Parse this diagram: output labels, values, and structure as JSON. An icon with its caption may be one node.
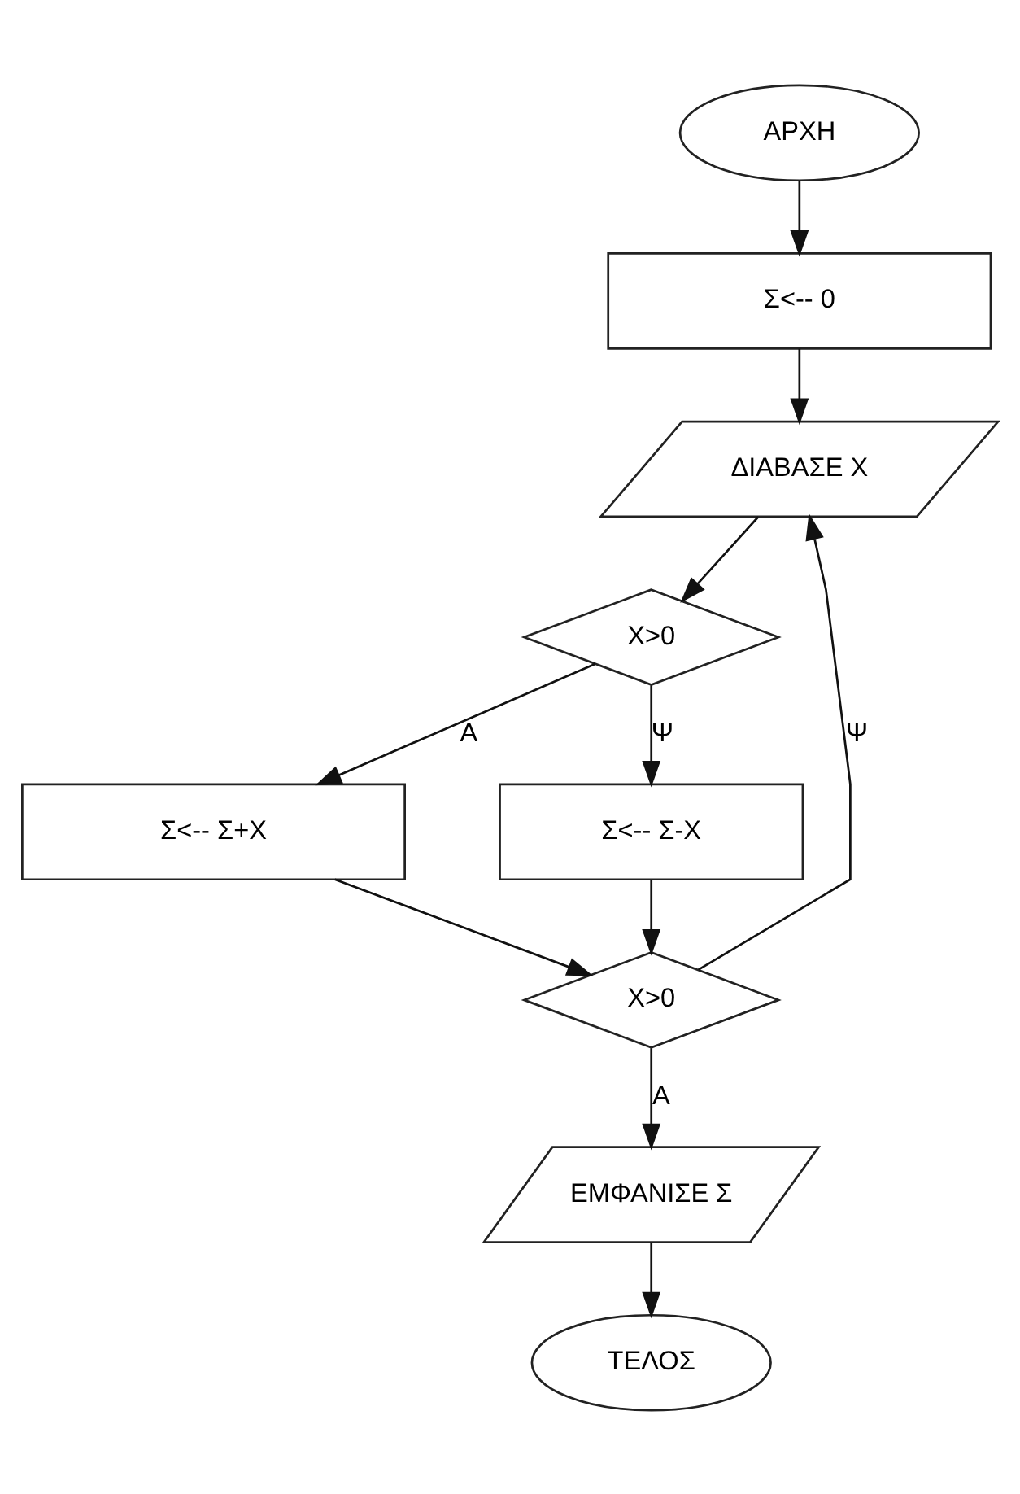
{
  "diagram": {
    "nodes": [
      {
        "text": [
          "ΑΡΧΗ"
        ]
      },
      {
        "text": [
          "Σ<-- 0"
        ]
      },
      {
        "text": [
          "ΔΙΑΒΑΣΕ Χ"
        ]
      },
      {
        "text": [
          "Χ>0"
        ]
      },
      {
        "text": [
          "Σ<-- Σ+Χ"
        ]
      },
      {
        "text": [
          "Σ<-- Σ-Χ"
        ]
      },
      {
        "text": [
          "Χ>0"
        ]
      },
      {
        "text": [
          "ΕΜΦΑΝΙΣΕ Σ"
        ]
      },
      {
        "text": [
          "ΤΕΛΟΣ"
        ]
      }
    ],
    "edges": [
      {
        "from": 0,
        "to": 1,
        "arrow": "to"
      },
      {
        "from": 1,
        "to": 2,
        "arrow": "to"
      },
      {
        "from": 2,
        "to": 3,
        "arrow": "to"
      },
      {
        "from": 3,
        "to": 4,
        "arrow": "to",
        "label": "Α"
      },
      {
        "from": 3,
        "to": 5,
        "arrow": "to",
        "label": "Ψ"
      },
      {
        "from": 4,
        "to": 6,
        "arrow": "to"
      },
      {
        "from": 5,
        "to": 6,
        "arrow": "to"
      },
      {
        "from": 6,
        "to": 2,
        "arrow": "to",
        "label": "Ψ"
      },
      {
        "from": 6,
        "to": 7,
        "arrow": "to",
        "label": "Α"
      },
      {
        "from": 7,
        "to": 8,
        "arrow": "to"
      }
    ]
  }
}
